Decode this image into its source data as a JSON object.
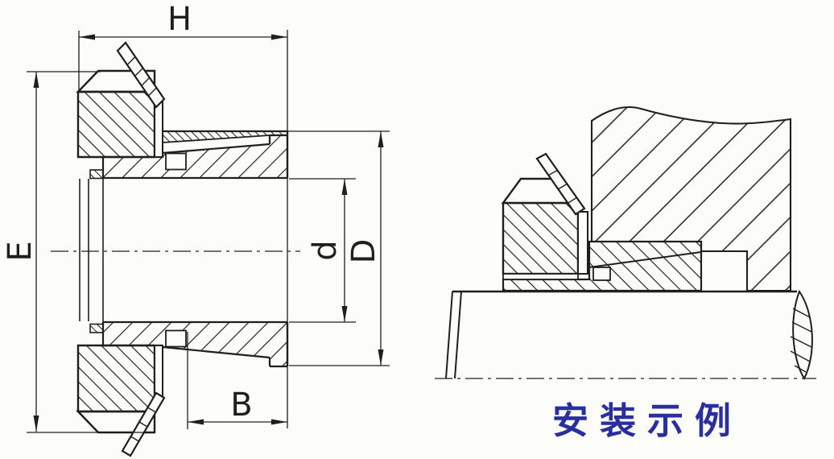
{
  "drawing": {
    "type": "engineering-cross-section",
    "left_view": {
      "description": "dimensioned half-section of adapter sleeve with locknut and lockwasher",
      "dimensions": {
        "overall_width": "H",
        "nut_outer": "E",
        "bore_diameter": "d",
        "outer_diameter": "D",
        "taper_length": "B"
      }
    },
    "right_view": {
      "caption": "安装示例"
    },
    "colors": {
      "line": "#1f1f1f",
      "caption_blue": "#2b2e9e",
      "background": "#fcfcf9"
    }
  }
}
